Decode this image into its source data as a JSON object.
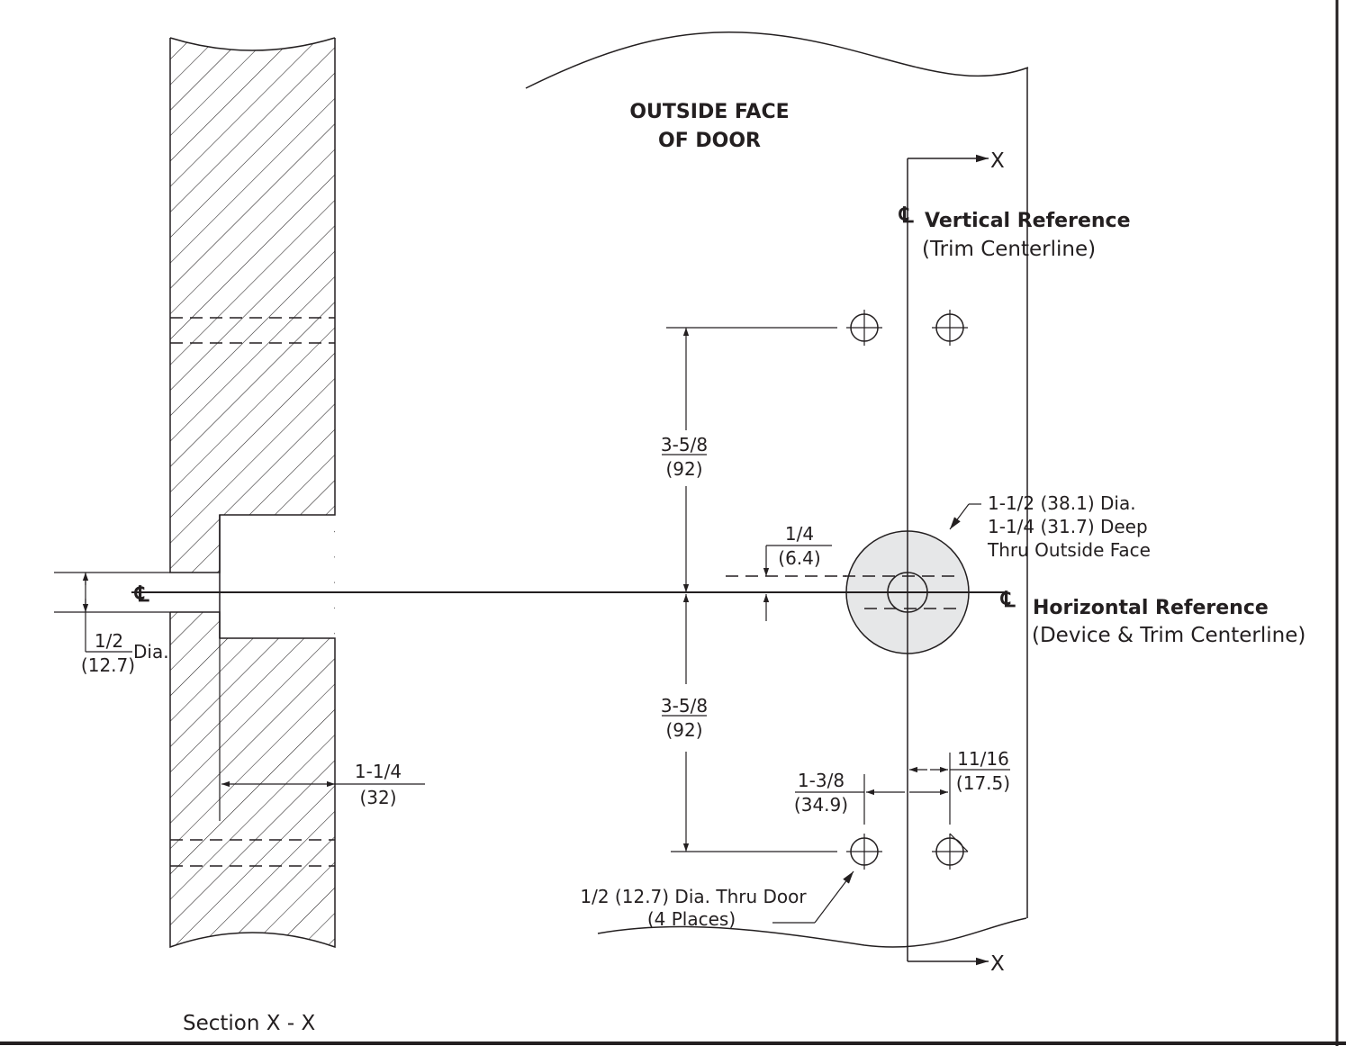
{
  "section_title": "Section X - X",
  "door_face": {
    "line1": "OUTSIDE FACE",
    "line2": "OF DOOR"
  },
  "section_marker": {
    "top": "X",
    "bottom": "X"
  },
  "centerline_symbol": "℄",
  "vertical_reference": {
    "title": "Vertical Reference",
    "subtitle": "(Trim Centerline)"
  },
  "horizontal_reference": {
    "title": "Horizontal Reference",
    "subtitle": "(Device & Trim Centerline)"
  },
  "main_bore_note": {
    "line1": "1-1/2 (38.1) Dia.",
    "line2": "1-1/4 (31.7) Deep",
    "line3": "Thru Outside Face"
  },
  "mount_hole_note": {
    "line1": "1/2 (12.7) Dia. Thru Door",
    "line2": "(4 Places)"
  },
  "dimensions": {
    "upper_vertical": {
      "imperial": "3-5/8",
      "metric": "(92)"
    },
    "lower_vertical": {
      "imperial": "3-5/8",
      "metric": "(92)"
    },
    "offset": {
      "imperial": "1/4",
      "metric": "(6.4)"
    },
    "hole_spacing": {
      "imperial": "1-3/8",
      "metric": "(34.9)"
    },
    "trim_offset": {
      "imperial": "11/16",
      "metric": "(17.5)"
    },
    "section_bore_depth": {
      "imperial": "1-1/4",
      "metric": "(32)"
    },
    "section_hole_dia": {
      "imperial": "1/2",
      "metric": "(12.7)",
      "suffix": "Dia."
    }
  },
  "colors": {
    "line": "#231f20",
    "bore_fill": "#e6e7e8",
    "background": "#ffffff"
  }
}
